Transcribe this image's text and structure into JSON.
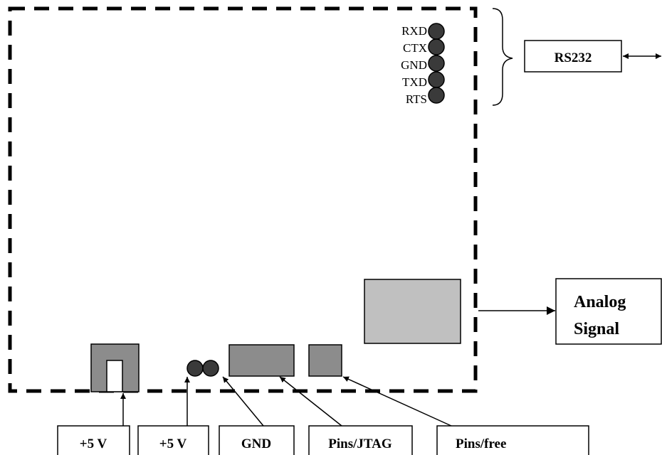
{
  "pins": {
    "rxd": "RXD",
    "ctx": "CTX",
    "gnd": "GND",
    "txd": "TXD",
    "rts": "RTS"
  },
  "rs232": {
    "label": "RS232"
  },
  "analog": {
    "line1": "Analog",
    "line2": "Signal"
  },
  "bottom_boxes": {
    "power_jack": "+5 V",
    "power_pins": "+5 V",
    "gnd": "GND",
    "jtag": "Pins/JTAG",
    "free": "Pins/free"
  },
  "colors": {
    "line": "#000000",
    "pin": "#3a3a3a",
    "connector_dark": "#8c8c8c",
    "connector_light": "#c0c0c0"
  }
}
